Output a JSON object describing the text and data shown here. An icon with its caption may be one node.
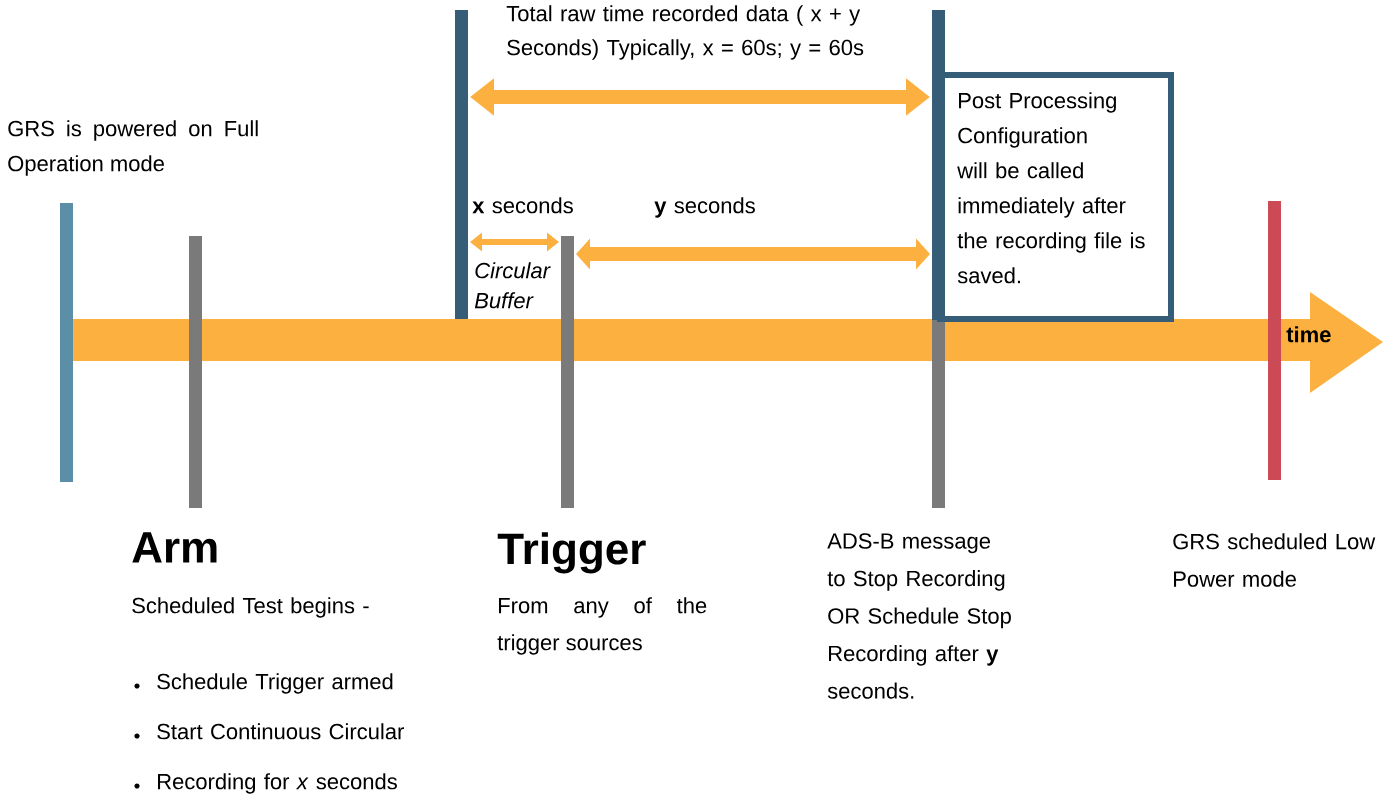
{
  "diagram": {
    "nodes": [
      {
        "text": [
          "Post Processing Configuration will be called immediately after the recording file is saved."
        ]
      }
    ],
    "labels": [
      "Total raw time recorded data ( x + y Seconds) Typically, x = 60s; y = 60s",
      "GRS is powered on Full Operation mode",
      "**x** seconds",
      "**y** seconds",
      "Circular Buffer",
      "time",
      "Arm",
      "Scheduled Test begins -",
      "Schedule Trigger armed",
      "Start Continuous Circular",
      "Recording for *x* seconds",
      "Trigger",
      "From any of the trigger sources",
      "ADS-B message to Stop Recording OR Schedule Stop Recording after **y** seconds.",
      "GRS scheduled Low Power mode"
    ]
  }
}
